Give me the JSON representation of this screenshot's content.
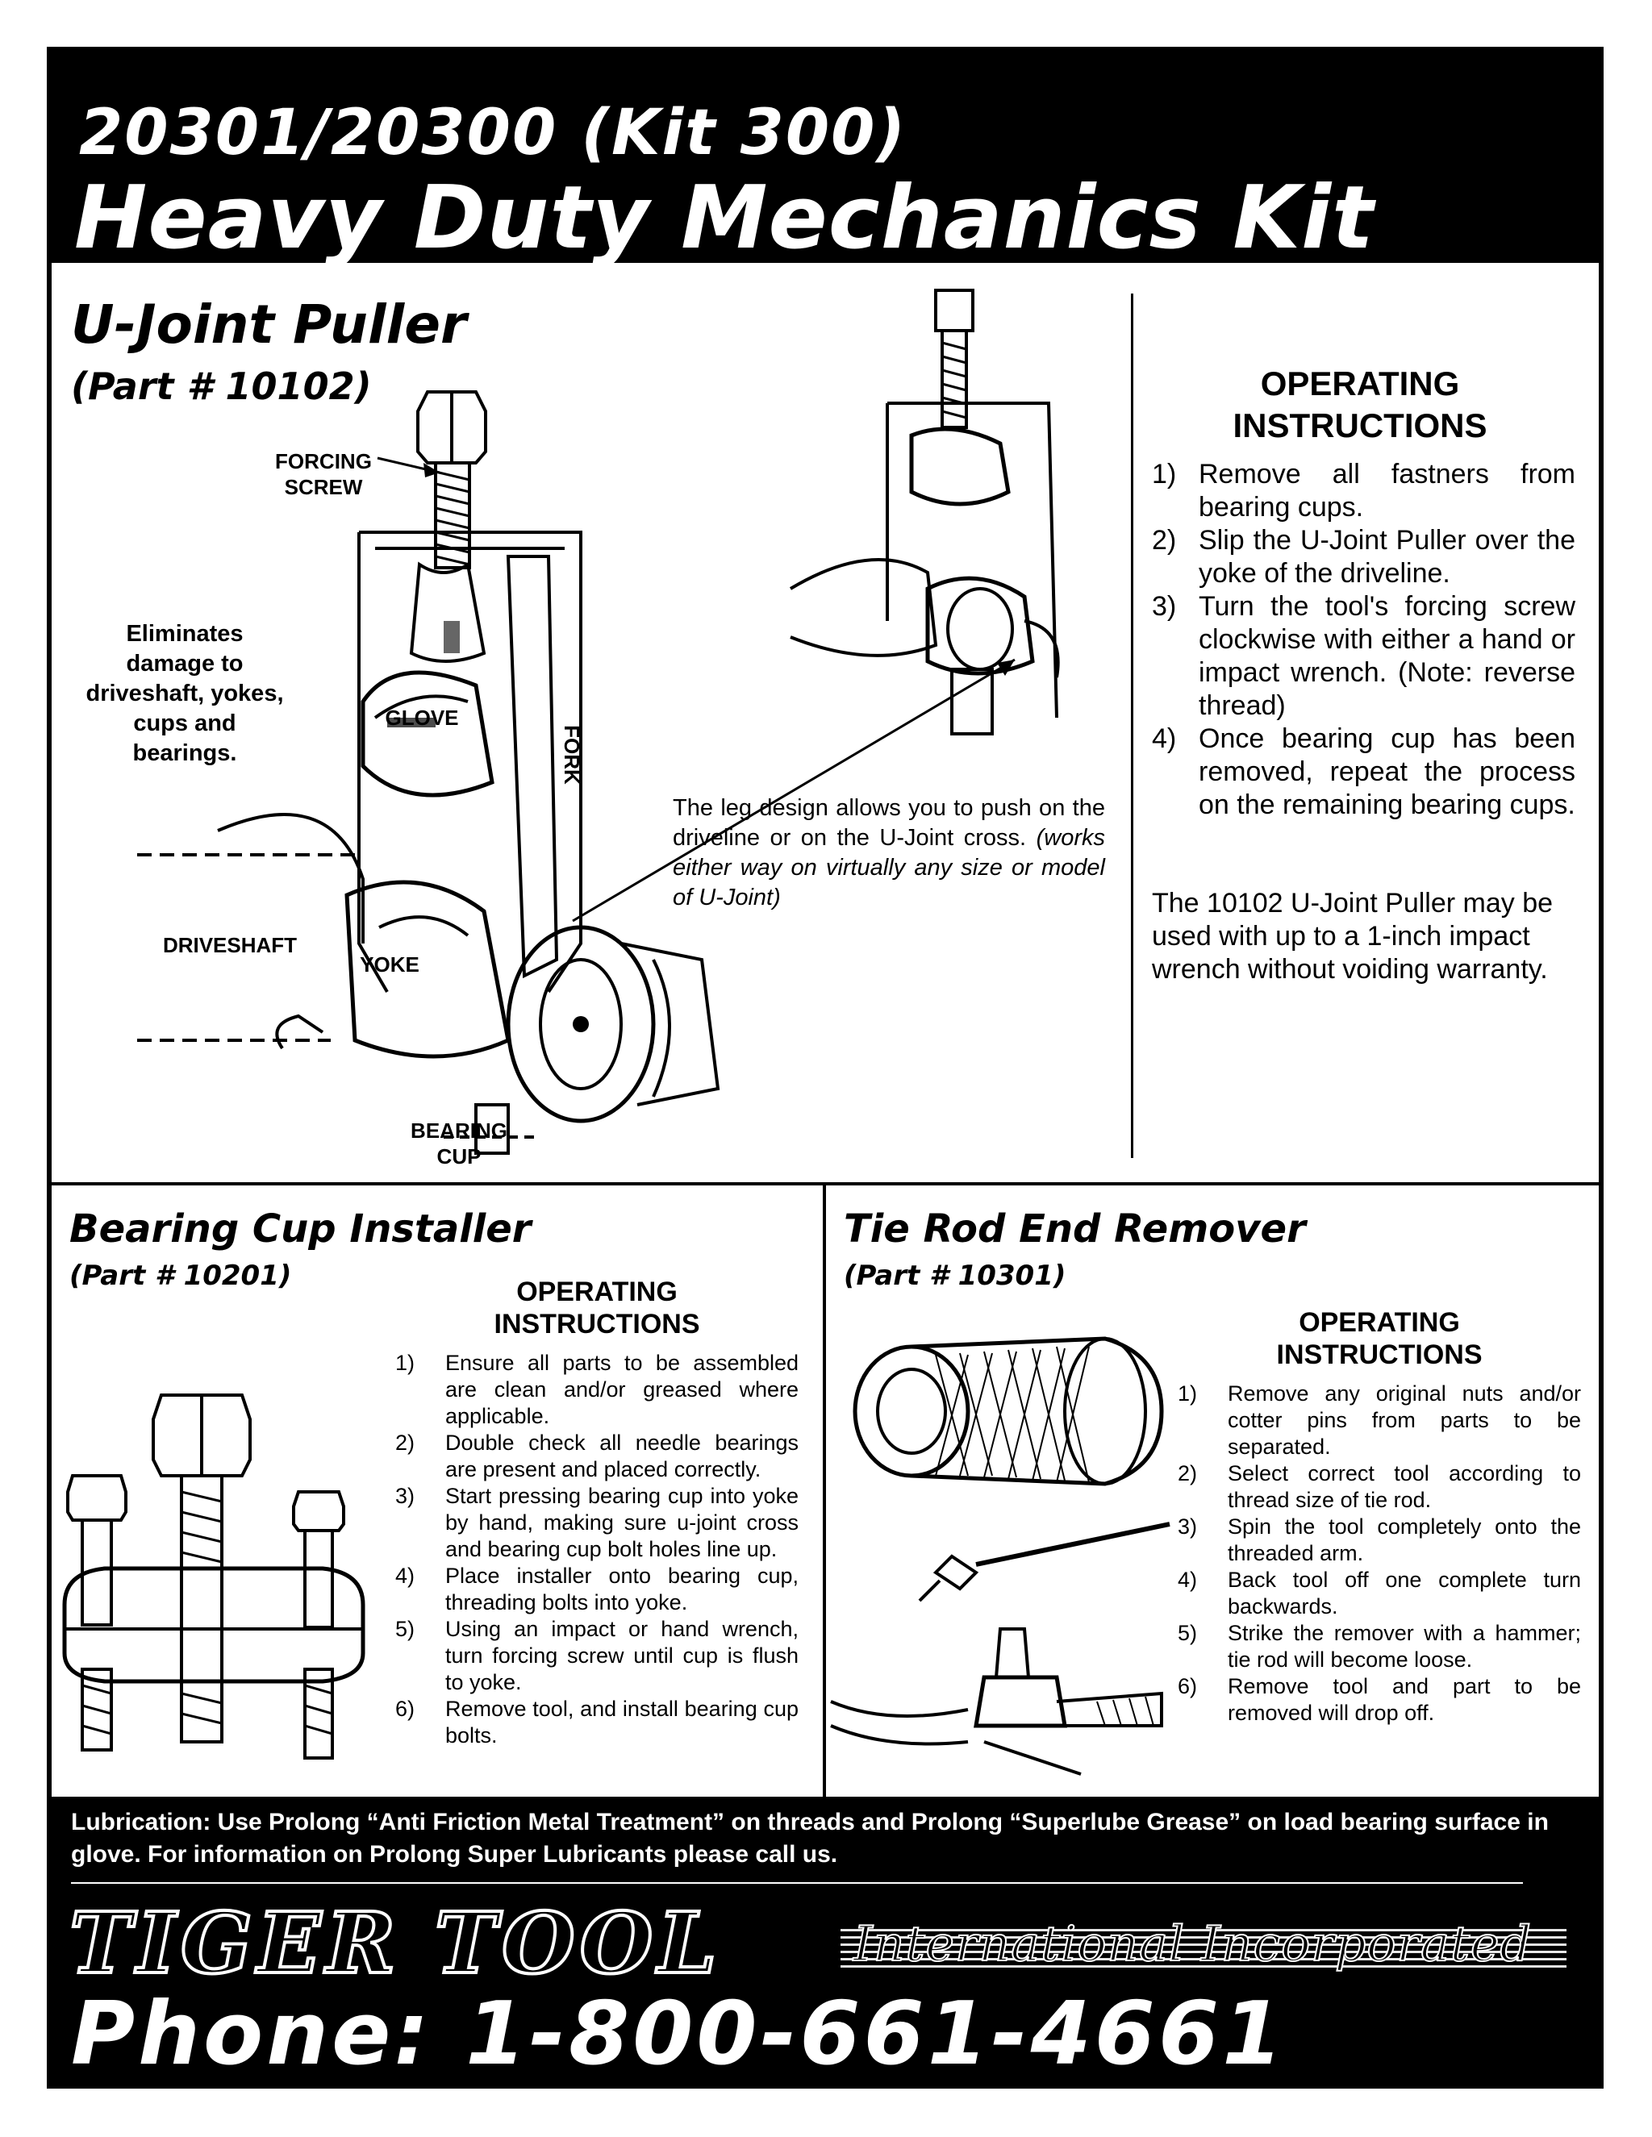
{
  "header": {
    "line1": "20301/20300 (Kit 300)",
    "line2": "Heavy Duty Mechanics Kit"
  },
  "ujoint": {
    "title": "U-Joint Puller",
    "part": "(Part # 10102)",
    "benefit": "Eliminates damage to driveshaft, yokes, cups and bearings.",
    "labels": {
      "forcing_screw": "FORCING SCREW",
      "glove": "GLOVE",
      "fork": "FORK",
      "driveshaft": "DRIVESHAFT",
      "yoke": "YOKE",
      "bearing_cup": "BEARING CUP"
    },
    "leg_note": "The leg design allows you to push on the driveline or on the U-Joint cross.",
    "leg_note_italic": "(works either way on virtually any size or model of U-Joint)",
    "op_title": "OPERATING INSTRUCTIONS",
    "steps": [
      {
        "num": "1)",
        "text": "Remove all fastners from bearing cups."
      },
      {
        "num": "2)",
        "text": "Slip the U-Joint Puller over the yoke of the driveline."
      },
      {
        "num": "3)",
        "text": "Turn the tool's forcing screw clockwise with either a hand or impact wrench. (Note: reverse thread)"
      },
      {
        "num": "4)",
        "text": "Once bearing cup has been removed, repeat the process on the remaining bearing cups."
      }
    ],
    "warranty": "The 10102 U-Joint Puller may be used with up to a 1-inch impact wrench without voiding warranty."
  },
  "bearing": {
    "title": "Bearing Cup Installer",
    "part": "(Part # 10201)",
    "op_title": "OPERATING INSTRUCTIONS",
    "steps": [
      {
        "num": "1)",
        "text": "Ensure all parts to be assembled are clean and/or greased where applicable."
      },
      {
        "num": "2)",
        "text": "Double check all needle bearings are present and placed correctly."
      },
      {
        "num": "3)",
        "text": "Start pressing bearing cup into yoke by hand, making sure u-joint cross and bearing cup bolt holes line up."
      },
      {
        "num": "4)",
        "text": "Place installer onto bearing cup, threading bolts into yoke."
      },
      {
        "num": "5)",
        "text": "Using an impact or hand wrench, turn forcing screw until cup is flush to yoke."
      },
      {
        "num": "6)",
        "text": "Remove tool, and install bearing cup bolts."
      }
    ]
  },
  "tierod": {
    "title": "Tie Rod End Remover",
    "part": "(Part # 10301)",
    "op_title": "OPERATING INSTRUCTIONS",
    "steps": [
      {
        "num": "1)",
        "text": "Remove any original nuts and/or cotter pins from parts to be separated."
      },
      {
        "num": "2)",
        "text": "Select correct tool according to thread size of tie rod."
      },
      {
        "num": "3)",
        "text": "Spin the tool completely onto the threaded arm."
      },
      {
        "num": "4)",
        "text": "Back tool off one complete turn backwards."
      },
      {
        "num": "5)",
        "text": "Strike the remover with a hammer; tie rod will become loose."
      },
      {
        "num": "6)",
        "text": "Remove tool and part to be removed will drop off."
      }
    ]
  },
  "footer": {
    "lubrication": "Lubrication: Use Prolong “Anti Friction Metal Treatment” on threads and Prolong “Superlube Grease” on load bearing surface in glove. For information on Prolong Super Lubricants please call us.",
    "brand": "TIGER TOOL",
    "brand_sub": "International Incorporated",
    "phone": "Phone: 1-800-661-4661"
  }
}
